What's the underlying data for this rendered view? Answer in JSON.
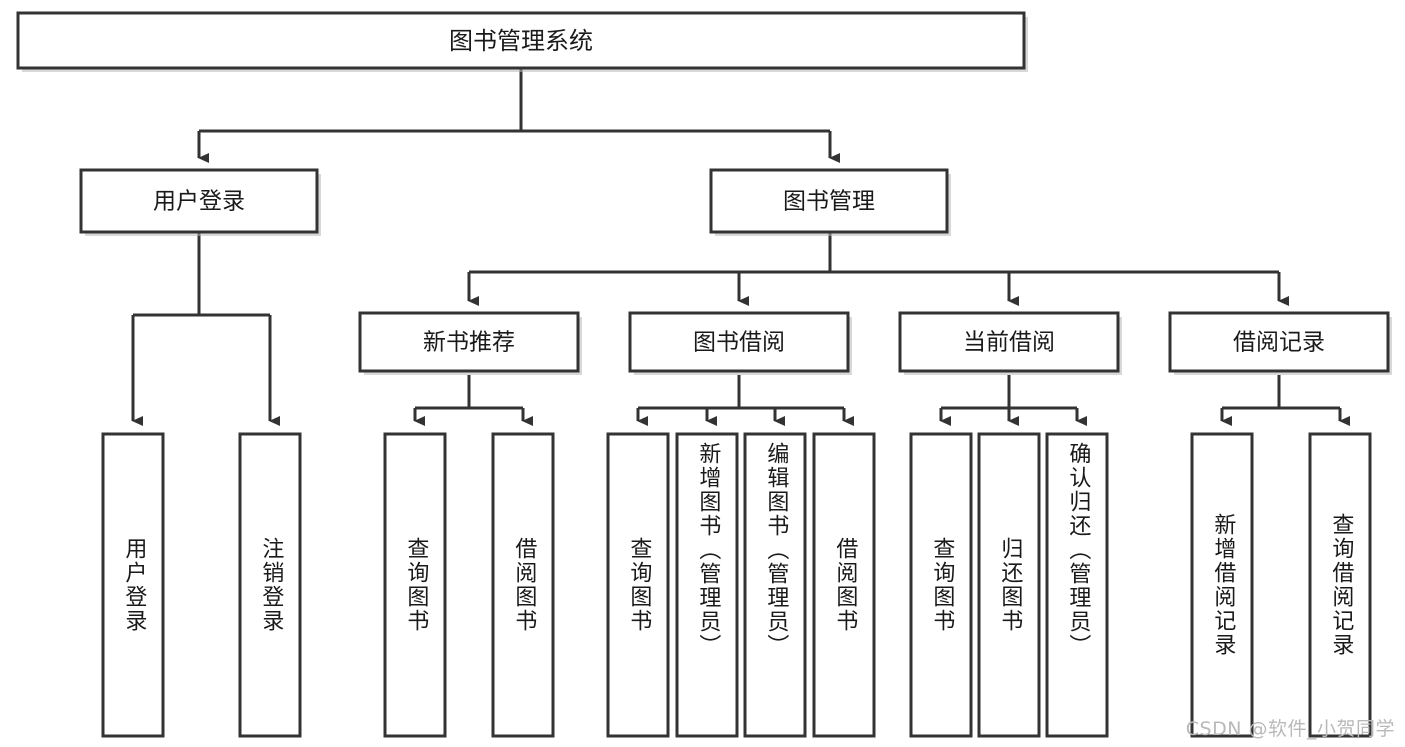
{
  "diagram": {
    "title": "图书管理系统",
    "type": "functional-hierarchy-tree",
    "orientation": "top-down",
    "colors": {
      "box_border": "#333333",
      "box_fill": "#ffffff",
      "edge": "#333333",
      "text": "#1a1a1a",
      "background": "#ffffff",
      "watermark": "#b9b9b9"
    },
    "watermark": "CSDN @软件_小贺同学"
  },
  "nodes": {
    "root": {
      "label": "图书管理系统",
      "level": 1
    },
    "level2": [
      {
        "id": "user-login",
        "label": "用户登录"
      },
      {
        "id": "book-management",
        "label": "图书管理"
      }
    ],
    "level3": [
      {
        "id": "new-book-recommend",
        "label": "新书推荐",
        "parent": "book-management"
      },
      {
        "id": "book-borrow",
        "label": "图书借阅",
        "parent": "book-management"
      },
      {
        "id": "current-borrow",
        "label": "当前借阅",
        "parent": "book-management"
      },
      {
        "id": "borrow-record",
        "label": "借阅记录",
        "parent": "book-management"
      }
    ],
    "leaves": [
      {
        "id": "leaf-user-login",
        "label": "用户登录",
        "parent": "user-login"
      },
      {
        "id": "leaf-user-logout",
        "label": "注销登录",
        "parent": "user-login"
      },
      {
        "id": "leaf-query-book-1",
        "label": "查询图书",
        "parent": "new-book-recommend"
      },
      {
        "id": "leaf-borrow-book-1",
        "label": "借阅图书",
        "parent": "new-book-recommend"
      },
      {
        "id": "leaf-query-book-2",
        "label": "查询图书",
        "parent": "book-borrow"
      },
      {
        "id": "leaf-add-book",
        "label": "新增图书（管理员）",
        "parent": "book-borrow"
      },
      {
        "id": "leaf-edit-book",
        "label": "编辑图书（管理员）",
        "parent": "book-borrow"
      },
      {
        "id": "leaf-borrow-book-2",
        "label": "借阅图书",
        "parent": "book-borrow"
      },
      {
        "id": "leaf-query-book-3",
        "label": "查询图书",
        "parent": "current-borrow"
      },
      {
        "id": "leaf-return-book",
        "label": "归还图书",
        "parent": "current-borrow"
      },
      {
        "id": "leaf-confirm-return",
        "label": "确认归还（管理员）",
        "parent": "current-borrow"
      },
      {
        "id": "leaf-add-record",
        "label": "新增借阅记录",
        "parent": "borrow-record"
      },
      {
        "id": "leaf-query-record",
        "label": "查询借阅记录",
        "parent": "borrow-record"
      }
    ]
  }
}
